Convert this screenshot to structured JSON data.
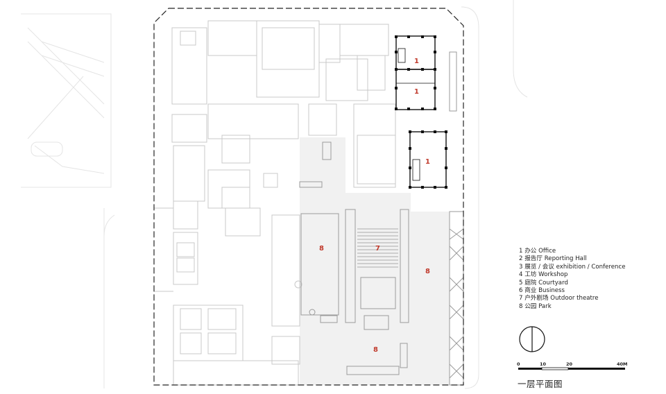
{
  "plan": {
    "zones": [
      {
        "num": "1"
      },
      {
        "num": "1"
      },
      {
        "num": "1"
      },
      {
        "num": "8"
      },
      {
        "num": "7"
      },
      {
        "num": "8"
      },
      {
        "num": "8"
      }
    ]
  },
  "legend": {
    "items": [
      "1 办公 Office",
      "2 报告厅 Reporting Hall",
      "3 展览 / 会议 exhibition / Conference",
      "4 工坊 Workshop",
      "5 庭院 Courtyard",
      "6 商业 Business",
      "7 户外剧场 Outdoor theatre",
      "8 公园 Park"
    ]
  },
  "scale_bar": {
    "labels": [
      "0",
      "10",
      "20",
      "40M"
    ]
  },
  "title": "一层平面图",
  "colors": {
    "zone_label": "#c0392b",
    "line_dark": "#111111",
    "line_light": "#c8c8c8",
    "park_fill": "#f1f1f1"
  }
}
